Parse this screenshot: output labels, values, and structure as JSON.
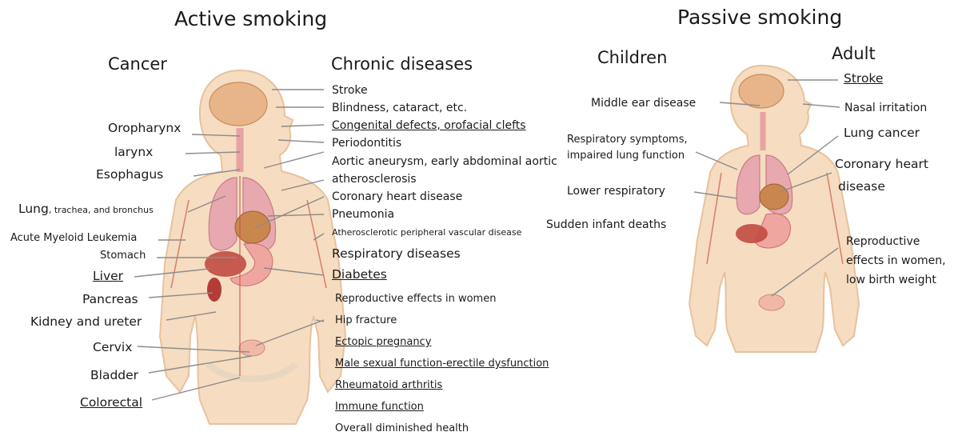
{
  "active": {
    "title": "Active smoking",
    "cancer_heading": "Cancer",
    "chronic_heading": "Chronic diseases",
    "cancer": {
      "oropharynx": "Oropharynx",
      "larynx": "larynx",
      "esophagus": "Esophagus",
      "lung": "Lung",
      "lung_sub": ", trachea, and bronchus",
      "aml": "Acute Myeloid Leukemia",
      "stomach": "Stomach",
      "liver": "Liver",
      "pancreas": "Pancreas",
      "kidney": "Kidney and ureter",
      "cervix": "Cervix",
      "bladder": "Bladder",
      "colorectal": "Colorectal"
    },
    "chronic": {
      "stroke": "Stroke",
      "blindness": "Blindness, cataract, etc.",
      "congenital": "Congenital defects, orofacial clefts",
      "periodontitis": "Periodontitis",
      "aortic1": "Aortic aneurysm, early abdominal aortic",
      "aortic2": "atherosclerosis",
      "chd": "Coronary heart disease",
      "pneumonia": "Pneumonia",
      "pvd": "Atherosclerotic peripheral vascular disease",
      "respiratory": "Respiratory diseases",
      "diabetes": "Diabetes",
      "reproductive": "Reproductive effects in women",
      "hip": "Hip fracture",
      "ectopic": "Ectopic pregnancy",
      "male": "Male sexual function-erectile dysfunction",
      "rheumatoid": "Rheumatoid arthritis",
      "immune": "Immune function",
      "overall": "Overall diminished health"
    }
  },
  "passive": {
    "title": "Passive smoking",
    "children_heading": "Children",
    "adult_heading": "Adult",
    "children": {
      "middle_ear": "Middle ear disease",
      "resp1": "Respiratory symptoms,",
      "resp2": "impaired lung function",
      "lower_resp": "Lower respiratory",
      "sids": "Sudden infant deaths"
    },
    "adult": {
      "stroke": "Stroke",
      "nasal": "Nasal irritation",
      "lung_cancer": "Lung cancer",
      "chd1": "Coronary heart",
      "chd2": "disease",
      "repro1": "Reproductive",
      "repro2": "effects in women,",
      "repro3": "low birth weight"
    }
  },
  "colors": {
    "skin": "#f6dcc0",
    "skin_edge": "#e7c29e",
    "lung": "#e8a8b0",
    "heart": "#c9874e",
    "vessel": "#c8564a",
    "leader": "#8c8c8c"
  }
}
